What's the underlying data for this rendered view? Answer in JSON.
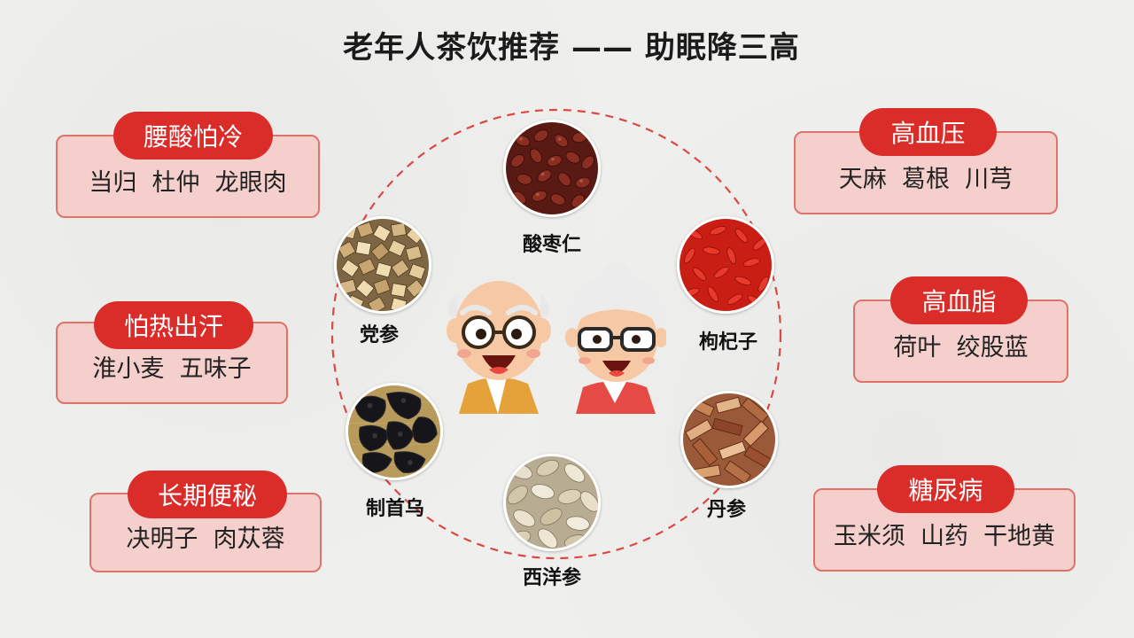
{
  "title": "老年人茶饮推荐 —— 助眠降三高",
  "colors": {
    "pill": "#da2d2a",
    "card_fill": "#f4cfcb",
    "card_border": "#e0726c",
    "ring": "#d94a44"
  },
  "left_groups": [
    {
      "label": "腰酸怕冷",
      "items": "当归  杜仲  龙眼肉"
    },
    {
      "label": "怕热出汗",
      "items": "淮小麦  五味子"
    },
    {
      "label": "长期便秘",
      "items": "决明子  肉苁蓉"
    }
  ],
  "right_groups": [
    {
      "label": "高血压",
      "items": "天麻  葛根  川芎"
    },
    {
      "label": "高血脂",
      "items": "荷叶  绞股蓝"
    },
    {
      "label": "糖尿病",
      "items": "玉米须  山药  干地黄"
    }
  ],
  "herbs": [
    {
      "name": "酸枣仁",
      "icon": "jujube-seed-photo"
    },
    {
      "name": "枸杞子",
      "icon": "goji-berry-photo"
    },
    {
      "name": "丹参",
      "icon": "salvia-root-photo"
    },
    {
      "name": "西洋参",
      "icon": "american-ginseng-photo"
    },
    {
      "name": "制首乌",
      "icon": "fleeceflower-root-photo"
    },
    {
      "name": "党参",
      "icon": "codonopsis-photo"
    }
  ],
  "center_icon": "elderly-couple-illustration"
}
